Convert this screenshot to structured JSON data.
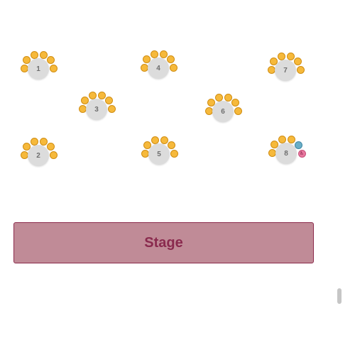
{
  "stage": {
    "label": "Stage"
  },
  "tables": [
    {
      "label": "1",
      "seats": [
        {
          "type": "standard"
        },
        {
          "type": "standard"
        },
        {
          "type": "standard"
        },
        {
          "type": "standard"
        },
        {
          "type": "standard"
        },
        {
          "type": "standard"
        }
      ]
    },
    {
      "label": "2",
      "seats": [
        {
          "type": "standard"
        },
        {
          "type": "standard"
        },
        {
          "type": "standard"
        },
        {
          "type": "standard"
        },
        {
          "type": "standard"
        },
        {
          "type": "standard"
        }
      ]
    },
    {
      "label": "3",
      "seats": [
        {
          "type": "standard"
        },
        {
          "type": "standard"
        },
        {
          "type": "standard"
        },
        {
          "type": "standard"
        },
        {
          "type": "standard"
        },
        {
          "type": "standard"
        }
      ]
    },
    {
      "label": "4",
      "seats": [
        {
          "type": "standard"
        },
        {
          "type": "standard"
        },
        {
          "type": "standard"
        },
        {
          "type": "standard"
        },
        {
          "type": "standard"
        },
        {
          "type": "standard"
        }
      ]
    },
    {
      "label": "5",
      "seats": [
        {
          "type": "standard"
        },
        {
          "type": "standard"
        },
        {
          "type": "standard"
        },
        {
          "type": "standard"
        },
        {
          "type": "standard"
        },
        {
          "type": "standard"
        }
      ]
    },
    {
      "label": "6",
      "seats": [
        {
          "type": "standard"
        },
        {
          "type": "standard"
        },
        {
          "type": "standard"
        },
        {
          "type": "standard"
        },
        {
          "type": "standard"
        },
        {
          "type": "standard"
        }
      ]
    },
    {
      "label": "7",
      "seats": [
        {
          "type": "standard"
        },
        {
          "type": "standard"
        },
        {
          "type": "standard"
        },
        {
          "type": "standard"
        },
        {
          "type": "standard"
        },
        {
          "type": "standard"
        }
      ]
    },
    {
      "label": "8",
      "seats": [
        {
          "type": "standard"
        },
        {
          "type": "standard"
        },
        {
          "type": "standard"
        },
        {
          "type": "standard"
        },
        {
          "type": "companion"
        },
        {
          "type": "accessible",
          "icon": "wheelchair-icon"
        }
      ]
    }
  ],
  "colors": {
    "seat_standard": "#f6b93b",
    "seat_accessible": "#e9779f",
    "seat_companion": "#6aaec7",
    "table": "#dcdcdc",
    "stage_fill": "#c08b97",
    "stage_text": "#8a2a4e"
  }
}
